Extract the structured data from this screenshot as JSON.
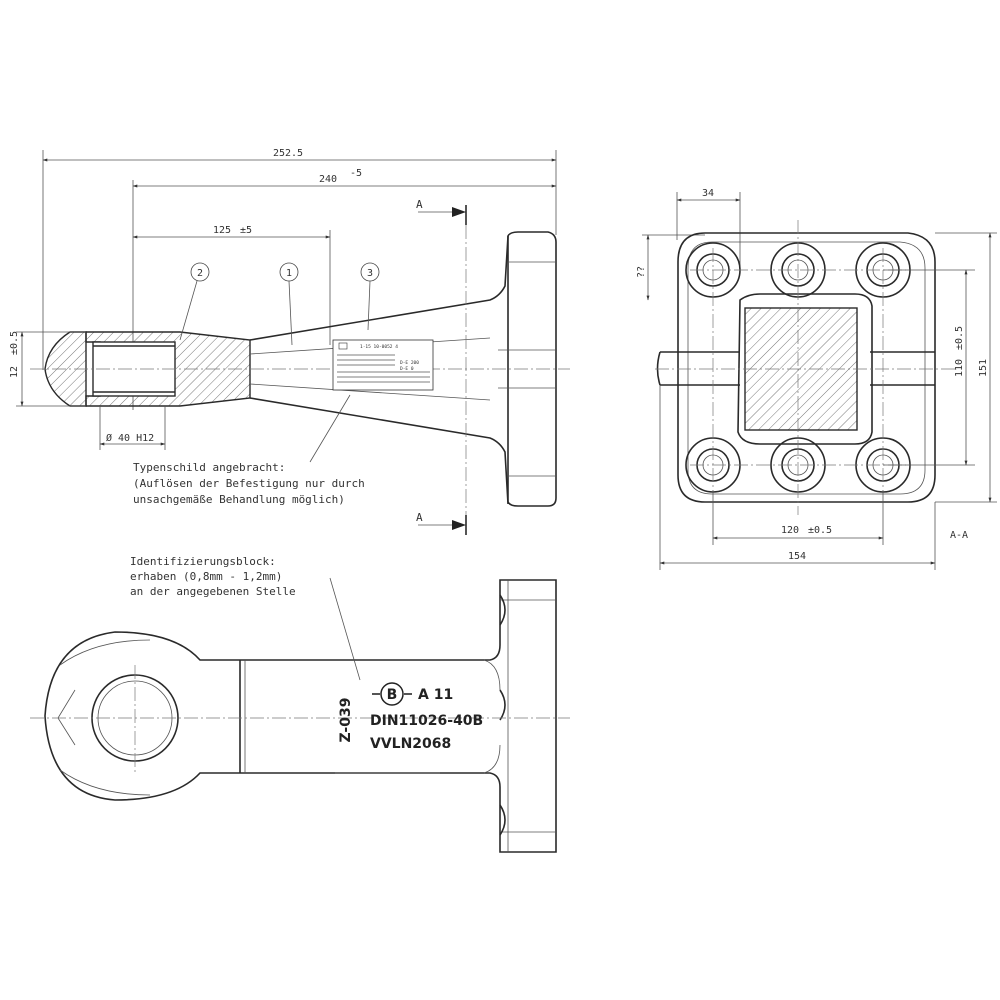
{
  "dimensions": {
    "overall_length": "252.5",
    "length_240": "240",
    "length_240_tol": "-5",
    "length_125": "125",
    "length_125_tol": "±5",
    "eye_height": "12",
    "eye_height_tol": "±0.5",
    "bore_dia": "Ø 40 H12",
    "flange_34": "34",
    "flange_hole_offset": "??",
    "flange_hole_spacing_v": "110",
    "flange_hole_spacing_v_tol": "±0.5",
    "flange_height": "151",
    "flange_hole_spacing_h": "120",
    "flange_hole_spacing_h_tol": "±0.5",
    "flange_width": "154"
  },
  "callouts": {
    "c1": "1",
    "c2": "2",
    "c3": "3"
  },
  "section": {
    "marker_top": "A",
    "marker_bottom": "A",
    "view_label": "A-A"
  },
  "notes": {
    "type_plate_line1": "Typenschild angebracht:",
    "type_plate_line2": "(Auflösen der Befestigung nur durch",
    "type_plate_line3": "unsachgemäße Behandlung möglich)",
    "ident_line1": "Identifizierungsblock:",
    "ident_line2": "erhaben (0,8mm - 1,2mm)",
    "ident_line3": "an der angegebenen Stelle"
  },
  "marking": {
    "logo_letter": "B",
    "approval": "A 11",
    "standard": "DIN11026-40B",
    "code": "VVLN2068",
    "vertical": "Z-039"
  },
  "type_plate": {
    "row1": "1·15 10-0052 4",
    "row2": "D-E 200",
    "row3": "D-E 0"
  }
}
